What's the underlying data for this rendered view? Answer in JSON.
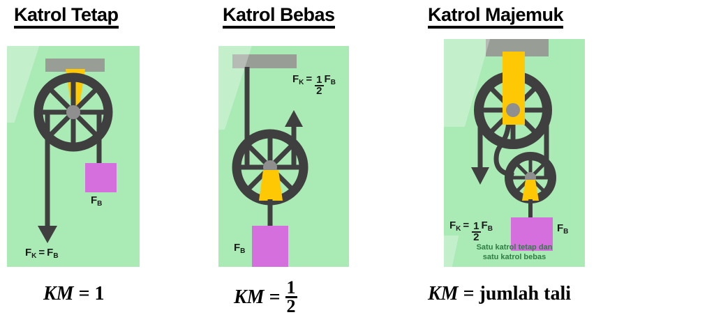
{
  "page": {
    "background": "#ffffff",
    "panel_bg": "#a9eab5",
    "rope_color": "#3f3f3f",
    "wheel_color": "#3f3f3f",
    "hub_color": "#8f8f8f",
    "bracket_color": "#989e96",
    "hanger_color": "#ffc805",
    "load_color": "#d46fdd",
    "caption_color": "#2e7d43"
  },
  "panels": [
    {
      "id": "katrol-tetap",
      "title": "Katrol Tetap",
      "labels": {
        "load": {
          "base": "F",
          "sub": "B"
        },
        "effort": {
          "base": "F",
          "sub": "K",
          "op": "=",
          "rhs_base": "F",
          "rhs_sub": "B"
        }
      },
      "km": {
        "symbol": "KM",
        "equals": "=",
        "value": "1"
      }
    },
    {
      "id": "katrol-bebas",
      "title": "Katrol Bebas",
      "labels": {
        "load": {
          "base": "F",
          "sub": "B"
        },
        "effort": {
          "base": "F",
          "sub": "K",
          "op": "=",
          "num": "1",
          "den": "2",
          "rhs_base": "F",
          "rhs_sub": "B"
        }
      },
      "km": {
        "symbol": "KM",
        "equals": "=",
        "num": "1",
        "den": "2"
      }
    },
    {
      "id": "katrol-majemuk",
      "title": "Katrol Majemuk",
      "labels": {
        "load": {
          "base": "F",
          "sub": "B"
        },
        "effort": {
          "base": "F",
          "sub": "K",
          "op": "=",
          "num": "1",
          "den": "2",
          "rhs_base": "F",
          "rhs_sub": "B"
        }
      },
      "caption_line1": "Satu katrol tetap dan",
      "caption_line2": "satu katrol bebas",
      "km": {
        "symbol": "KM",
        "equals": "=",
        "value": "jumlah tali"
      }
    }
  ]
}
